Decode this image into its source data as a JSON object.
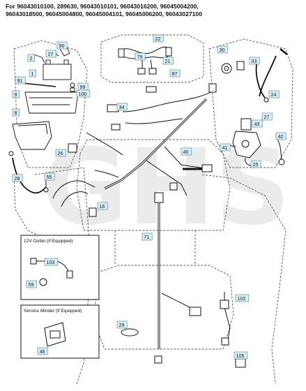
{
  "header": {
    "line1": "For 96043010100, 289630, 96043010101, 96043016200, 96045004200,",
    "line2": "96043018500, 96045004800, 96045004101, 96045006200, 96043027100"
  },
  "inset_boxes": {
    "outlet_title": "12V Outlet (If Equipped)",
    "minder_title": "Service Minder (If Equipped)"
  },
  "part_labels": [
    {
      "id": "p2",
      "text": "2"
    },
    {
      "id": "p27a",
      "text": "27"
    },
    {
      "id": "p90",
      "text": "90"
    },
    {
      "id": "p1",
      "text": "1"
    },
    {
      "id": "p91",
      "text": "91"
    },
    {
      "id": "p99",
      "text": "99"
    },
    {
      "id": "p100",
      "text": "100"
    },
    {
      "id": "p9",
      "text": "9"
    },
    {
      "id": "p8",
      "text": "8"
    },
    {
      "id": "p22",
      "text": "22"
    },
    {
      "id": "p79",
      "text": "79"
    },
    {
      "id": "p21",
      "text": "21"
    },
    {
      "id": "p87",
      "text": "87"
    },
    {
      "id": "p33",
      "text": "33"
    },
    {
      "id": "p30",
      "text": "30"
    },
    {
      "id": "p24",
      "text": "24"
    },
    {
      "id": "p34",
      "text": "34"
    },
    {
      "id": "p27b",
      "text": "27"
    },
    {
      "id": "p43",
      "text": "43"
    },
    {
      "id": "p42",
      "text": "42"
    },
    {
      "id": "p41",
      "text": "41"
    },
    {
      "id": "p25",
      "text": "25"
    },
    {
      "id": "p40",
      "text": "40"
    },
    {
      "id": "p26",
      "text": "26"
    },
    {
      "id": "p28",
      "text": "28"
    },
    {
      "id": "p55",
      "text": "55"
    },
    {
      "id": "p16",
      "text": "16"
    },
    {
      "id": "p71",
      "text": "71"
    },
    {
      "id": "p103",
      "text": "103"
    },
    {
      "id": "p59",
      "text": "59"
    },
    {
      "id": "p29",
      "text": "29"
    },
    {
      "id": "p102",
      "text": "102"
    },
    {
      "id": "p46",
      "text": "46"
    },
    {
      "id": "p105",
      "text": "105"
    }
  ],
  "watermark": {
    "text": "GHS",
    "color": "#d9d9d9"
  },
  "colors": {
    "line": "#111111",
    "label_bg": "#dceff4",
    "label_border": "#3a7f93",
    "dash": "#555555"
  }
}
